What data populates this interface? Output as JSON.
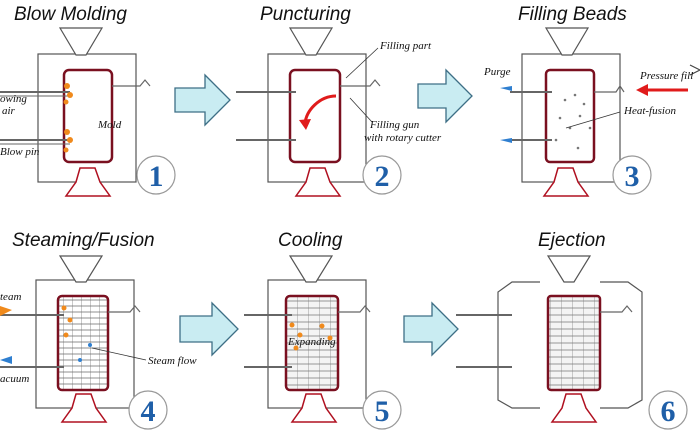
{
  "steps": [
    {
      "title": "Blow Molding",
      "number": "1",
      "labels": [
        "owing",
        "air",
        "Mold",
        "Blow pin"
      ]
    },
    {
      "title": "Puncturing",
      "number": "2",
      "labels": [
        "Filling part",
        "Filling gun",
        "with rotary cutter"
      ]
    },
    {
      "title": "Filling Beads",
      "number": "3",
      "labels": [
        "Purge",
        "Pressure fill",
        "Heat-fusion"
      ]
    },
    {
      "title": "Steaming/Fusion",
      "number": "4",
      "labels": [
        "team",
        "Steam flow",
        "acuum"
      ]
    },
    {
      "title": "Cooling",
      "number": "5",
      "labels": [
        "Expanding"
      ]
    },
    {
      "title": "Ejection",
      "number": "6",
      "labels": []
    }
  ],
  "colors": {
    "outline": "#555555",
    "mold_wall": "#7a1020",
    "arrow_fill": "#c9ecf2",
    "arrow_stroke": "#3e6f86",
    "number": "#1f5fa8",
    "hot_spot": "#f08a1c",
    "red_arrow": "#e01b1b",
    "blue_flow": "#2f7fd0"
  }
}
